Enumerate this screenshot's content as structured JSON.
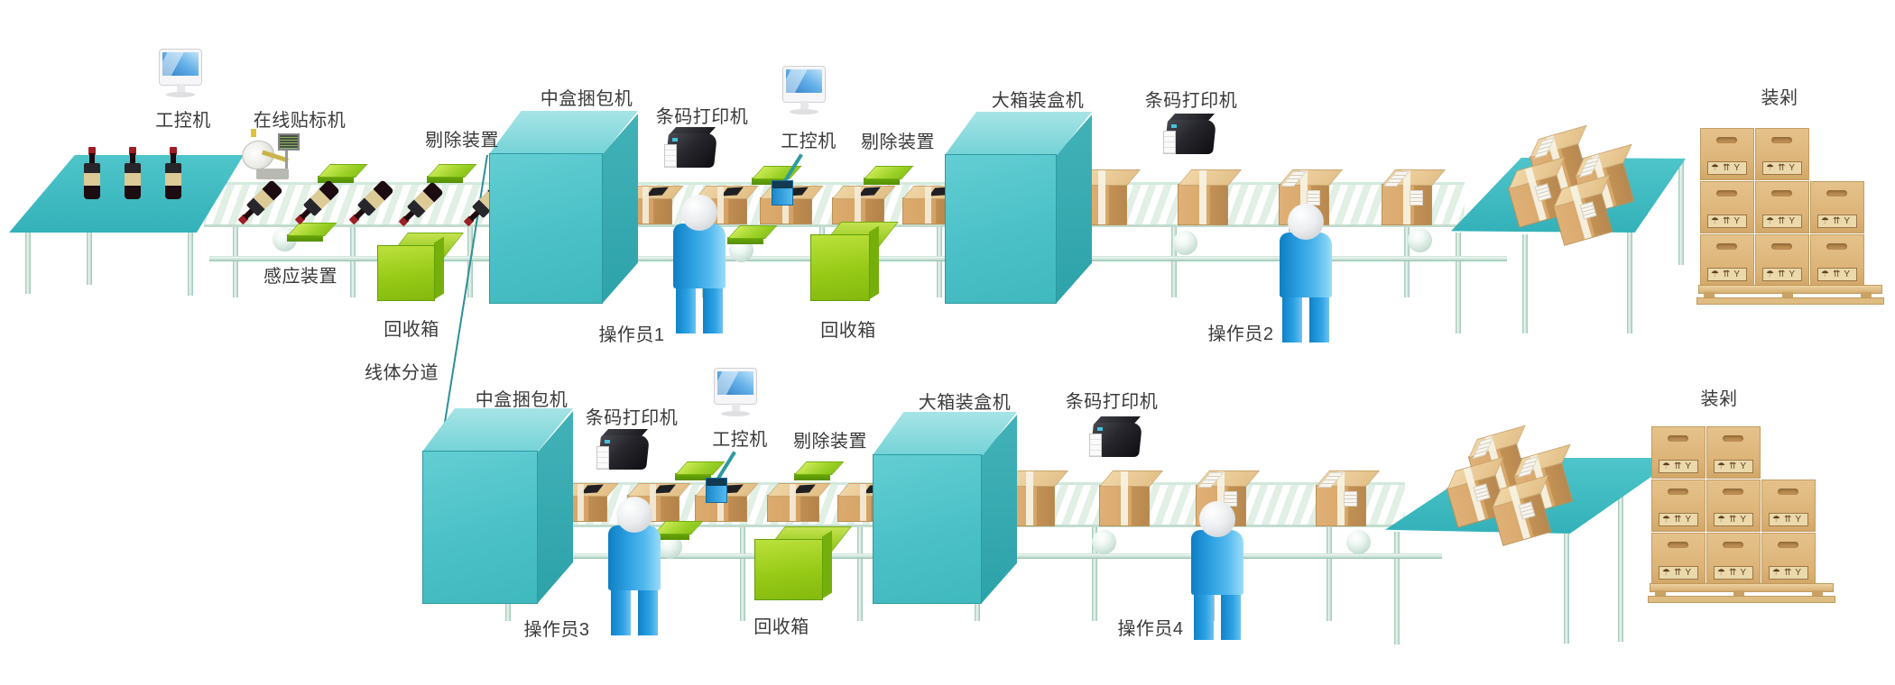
{
  "diagram": {
    "line1": {
      "industrial_pc_1": "工控机",
      "online_labeler": "在线贴标机",
      "sensor_device": "感应装置",
      "reject_device_1": "剔除装置",
      "mid_box_bundler": "中盒捆包机",
      "barcode_printer_1": "条码打印机",
      "industrial_pc_2": "工控机",
      "reject_device_2": "剔除装置",
      "big_box_packer": "大箱装盒机",
      "barcode_printer_2": "条码打印机",
      "palletizing": "装剁",
      "recycle_bin_1": "回收箱",
      "operator_1": "操作员1",
      "recycle_bin_2": "回收箱",
      "operator_2": "操作员2",
      "line_split": "线体分道"
    },
    "line2": {
      "mid_box_bundler": "中盒捆包机",
      "barcode_printer_1": "条码打印机",
      "industrial_pc": "工控机",
      "reject_device": "剔除装置",
      "big_box_packer": "大箱装盒机",
      "barcode_printer_2": "条码打印机",
      "palletizing": "装剁",
      "operator_3": "操作员3",
      "recycle_bin": "回收箱",
      "operator_4": "操作员4"
    },
    "colors": {
      "machine_teal": "#4cc2c8",
      "table_teal": "#3db9c0",
      "accent_green": "#97ca17",
      "operator_blue": "#2da1e2",
      "carton_tan": "#d8a76a",
      "printer_black": "#1c1c22",
      "label_text": "#3a3a3a"
    }
  }
}
